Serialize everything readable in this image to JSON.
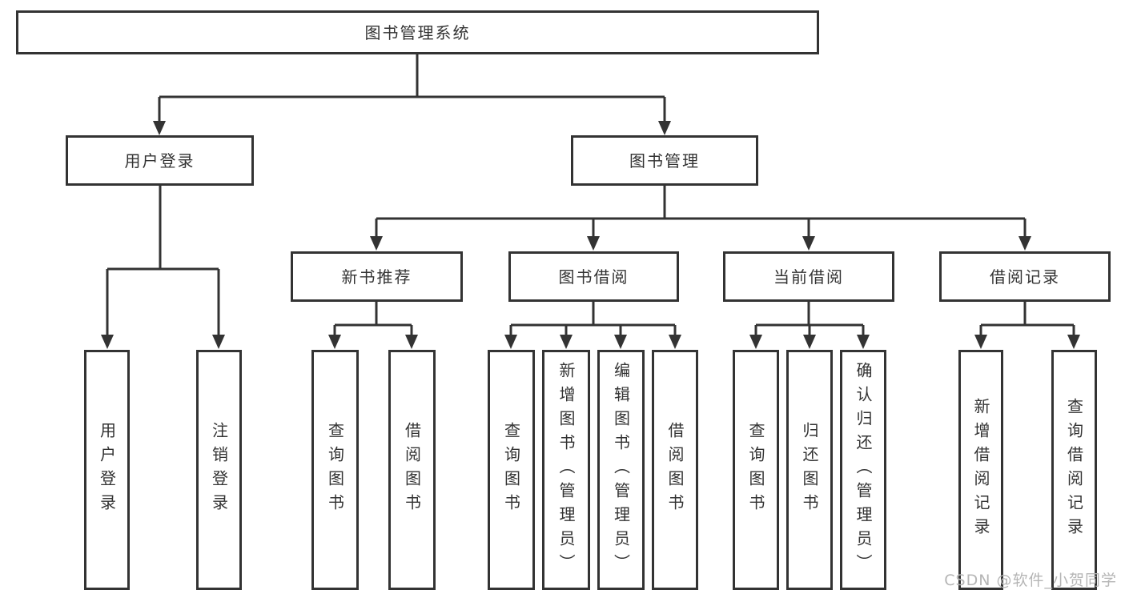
{
  "tree": {
    "root": "图书管理系统",
    "branches": [
      {
        "label": "用户登录",
        "children": [
          "用户登录",
          "注销登录"
        ]
      },
      {
        "label": "图书管理",
        "children": [
          {
            "label": "新书推荐",
            "children": [
              "查询图书",
              "借阅图书"
            ]
          },
          {
            "label": "图书借阅",
            "children": [
              "查询图书",
              "新增图书（管理员）",
              "编辑图书（管理员）",
              "借阅图书"
            ]
          },
          {
            "label": "当前借阅",
            "children": [
              "查询图书",
              "归还图书",
              "确认归还（管理员）"
            ]
          },
          {
            "label": "借阅记录",
            "children": [
              "新增借阅记录",
              "查询借阅记录"
            ]
          }
        ]
      }
    ]
  },
  "watermark": "CSDN @软件_小贺同学",
  "colors": {
    "line": "#333333",
    "text": "#333333",
    "watermark": "#b5b5b5",
    "background": "#ffffff"
  }
}
